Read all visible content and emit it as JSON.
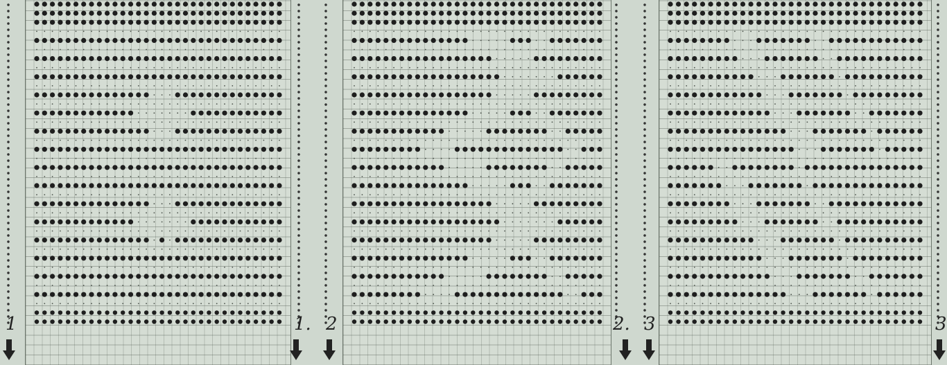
{
  "cards": [
    {
      "id": 1,
      "left_label": "1",
      "right_label": "1.",
      "pattern": "diamond-lace"
    },
    {
      "id": 2,
      "left_label": "2",
      "right_label": "2.",
      "pattern": "zigzag"
    },
    {
      "id": 3,
      "left_label": "3",
      "right_label": "3",
      "pattern": "diagonal-lace"
    }
  ],
  "icons": {
    "arrow": "down-arrow-icon"
  },
  "colors": {
    "background": "#cfd8cf",
    "card": "#d5ddd4",
    "punch": "#1e1e1e",
    "grid": "#5f6a5f"
  }
}
